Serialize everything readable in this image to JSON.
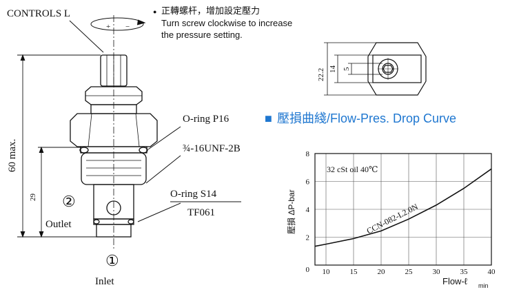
{
  "labels": {
    "controls": "CONTROLS L",
    "max_height": "60 max.",
    "outlet_height": "29",
    "oring_p16": "O-ring P16",
    "thread": "¾-16UNF-2B",
    "oring_s14": "O-ring S14",
    "tf061": "TF061",
    "port2_num": "②",
    "port2_name": "Outlet",
    "port1_num": "①",
    "port1_name": "Inlet"
  },
  "note": {
    "bullet": "●",
    "zh": "正轉螺杆，增加設定壓力",
    "en_line1": "Turn screw clockwise to increase",
    "en_line2": "the pressure setting."
  },
  "head_view": {
    "dim_outer": "22.2",
    "dim_mid": "14",
    "dim_inner": "5"
  },
  "colors": {
    "accent": "#1f77d0",
    "line": "#111111"
  },
  "chart_data": {
    "type": "line",
    "title": "壓損曲綫/Flow-Pres. Drop Curve",
    "title_marker": "■",
    "xlabel": "Flow-ℓ",
    "xlabel_sub": "min",
    "ylabel": "壓損 ΔP-bar",
    "xlim": [
      8,
      40
    ],
    "ylim": [
      0,
      8
    ],
    "x_ticks": [
      10,
      15,
      20,
      25,
      30,
      35,
      40
    ],
    "y_ticks": [
      0,
      2,
      4,
      6,
      8
    ],
    "grid": true,
    "annotation": "32 cSt oil 40℃",
    "series": [
      {
        "name": "CCN-082-L2.0N",
        "x": [
          8,
          10,
          15,
          20,
          25,
          30,
          35,
          40
        ],
        "y": [
          1.35,
          1.5,
          1.9,
          2.45,
          3.3,
          4.3,
          5.5,
          6.9
        ]
      }
    ]
  }
}
